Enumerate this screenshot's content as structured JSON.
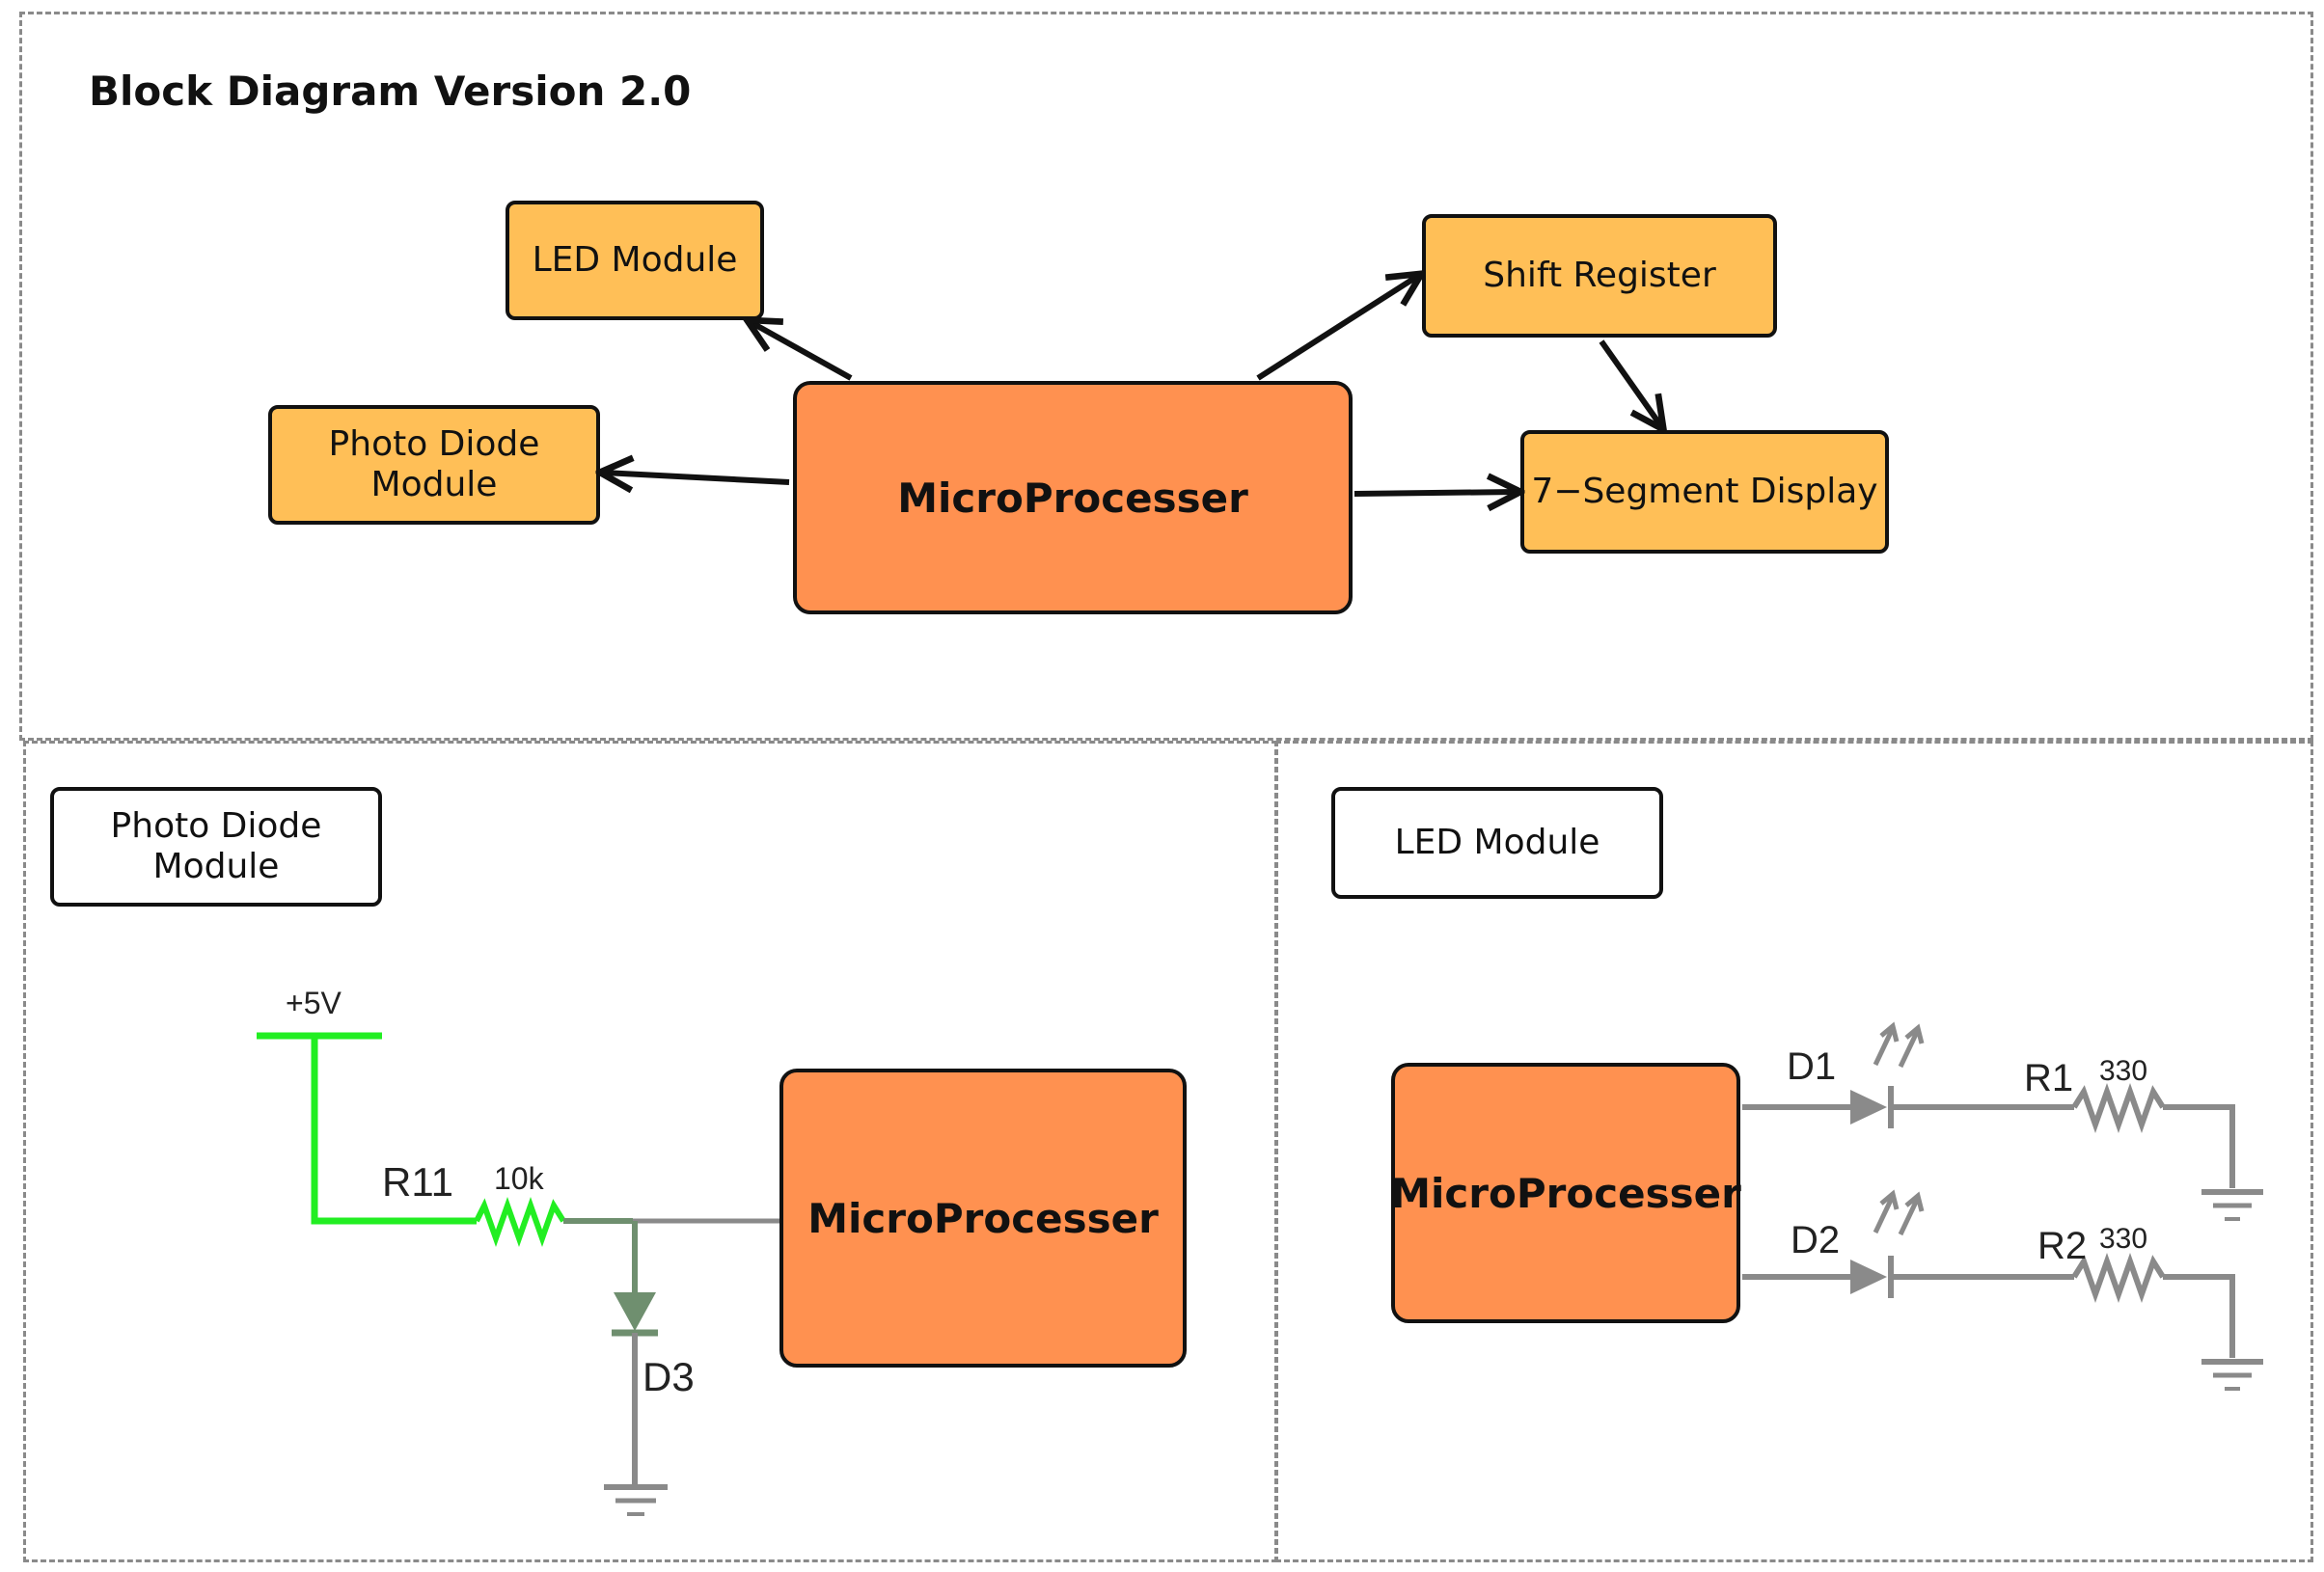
{
  "title": "Block Diagram Version 2.0",
  "block_diagram": {
    "led_module": "LED Module",
    "photo_diode_module": "Photo Diode Module",
    "microprocessor": "MicroProcesser",
    "shift_register": "Shift Register",
    "seven_segment": "7−Segment Display"
  },
  "photo_panel": {
    "heading": "Photo Diode Module",
    "microprocessor": "MicroProcesser",
    "supply": "+5V",
    "resistor_name": "R11",
    "resistor_value": "10k",
    "diode_name": "D3"
  },
  "led_panel": {
    "heading": "LED Module",
    "microprocessor": "MicroProcesser",
    "d1": "D1",
    "d2": "D2",
    "r1": "R1",
    "r1_value": "330",
    "r2": "R2",
    "r2_value": "330"
  },
  "colors": {
    "block_fill": "#ffbf57",
    "processor_fill": "#ff9150",
    "wire_gray": "#8a8a8a",
    "wire_green": "#22ee22",
    "diode_green": "#6f8f6f"
  }
}
